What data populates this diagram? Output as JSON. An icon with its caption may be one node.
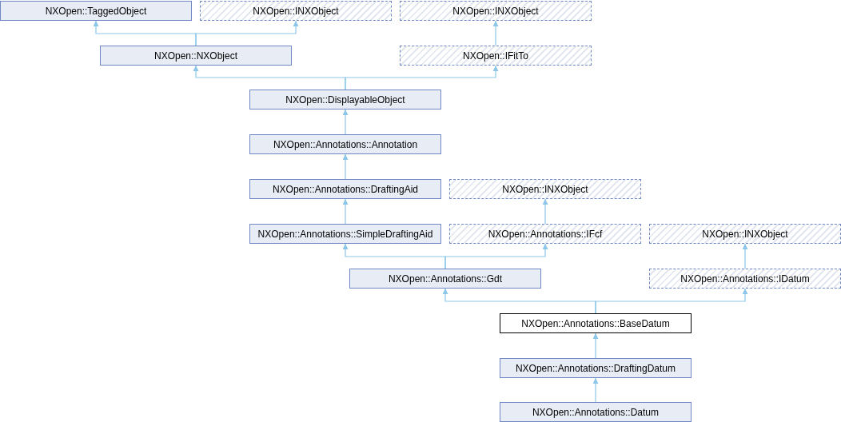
{
  "diagram": {
    "nodes": [
      {
        "text": [
          "NXOpen::TaggedObject"
        ]
      },
      {
        "text": [
          "NXOpen::INXObject"
        ]
      },
      {
        "text": [
          "NXOpen::INXObject"
        ]
      },
      {
        "text": [
          "NXOpen::NXObject"
        ]
      },
      {
        "text": [
          "NXOpen::IFitTo"
        ]
      },
      {
        "text": [
          "NXOpen::DisplayableObject"
        ]
      },
      {
        "text": [
          "NXOpen::Annotations::Annotation"
        ]
      },
      {
        "text": [
          "NXOpen::Annotations::DraftingAid"
        ]
      },
      {
        "text": [
          "NXOpen::INXObject"
        ]
      },
      {
        "text": [
          "NXOpen::Annotations::SimpleDraftingAid"
        ]
      },
      {
        "text": [
          "NXOpen::Annotations::IFcf"
        ]
      },
      {
        "text": [
          "NXOpen::INXObject"
        ]
      },
      {
        "text": [
          "NXOpen::Annotations::Gdt"
        ]
      },
      {
        "text": [
          "NXOpen::Annotations::IDatum"
        ]
      },
      {
        "text": [
          "NXOpen::Annotations::BaseDatum"
        ]
      },
      {
        "text": [
          "NXOpen::Annotations::DraftingDatum"
        ]
      },
      {
        "text": [
          "NXOpen::Annotations::Datum"
        ]
      }
    ],
    "edges": [
      {
        "from": 3,
        "to": 0,
        "arrow": "to"
      },
      {
        "from": 3,
        "to": 1,
        "arrow": "to"
      },
      {
        "from": 4,
        "to": 2,
        "arrow": "to"
      },
      {
        "from": 5,
        "to": 3,
        "arrow": "to"
      },
      {
        "from": 5,
        "to": 4,
        "arrow": "to"
      },
      {
        "from": 6,
        "to": 5,
        "arrow": "to"
      },
      {
        "from": 7,
        "to": 6,
        "arrow": "to"
      },
      {
        "from": 9,
        "to": 7,
        "arrow": "to"
      },
      {
        "from": 10,
        "to": 8,
        "arrow": "to"
      },
      {
        "from": 12,
        "to": 9,
        "arrow": "to"
      },
      {
        "from": 12,
        "to": 10,
        "arrow": "to"
      },
      {
        "from": 13,
        "to": 11,
        "arrow": "to"
      },
      {
        "from": 14,
        "to": 12,
        "arrow": "to"
      },
      {
        "from": 14,
        "to": 13,
        "arrow": "to"
      },
      {
        "from": 15,
        "to": 14,
        "arrow": "to"
      },
      {
        "from": 16,
        "to": 15,
        "arrow": "to"
      }
    ]
  }
}
